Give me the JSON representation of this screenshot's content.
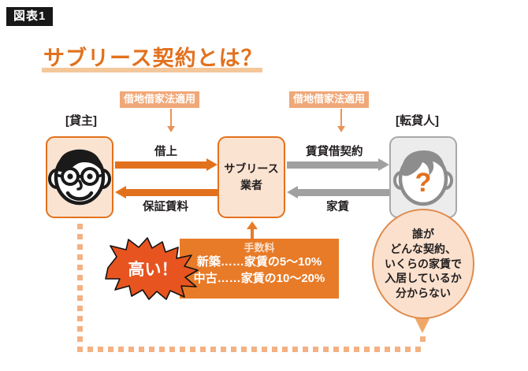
{
  "header": {
    "figure_badge": "図表1",
    "title": "サブリース契約とは？",
    "title_color": "#E2711D",
    "underline_color": "#F4C79B"
  },
  "law_labels": [
    {
      "text": "借地借家法適用",
      "target": "借上 / 保証賃料"
    },
    {
      "text": "借地借家法適用",
      "target": "賃貸借契約 / 家賃"
    }
  ],
  "entities": {
    "lessor": {
      "caption": "[貸主]",
      "icon": "lessor-face-icon",
      "box_fill": "#FBE3D1",
      "box_border": "#E2711D"
    },
    "sublease_company": {
      "label_line1": "サブリース",
      "label_line2": "業者",
      "box_fill": "#FBE3D1",
      "box_border": "#E2711D"
    },
    "sublessee": {
      "caption": "[転貸人]",
      "icon": "unknown-tenant-face-icon",
      "face_mark": "?",
      "box_fill": "#ECECEC",
      "box_border": "#A9A9A9"
    }
  },
  "flows": [
    {
      "label": "借上",
      "direction": "right",
      "color": "#E2711D",
      "from": "貸主",
      "to": "サブリース業者"
    },
    {
      "label": "保証賃料",
      "direction": "left",
      "color": "#E2711D",
      "from": "サブリース業者",
      "to": "貸主"
    },
    {
      "label": "賃貸借契約",
      "direction": "right",
      "color": "#A0A0A0",
      "from": "サブリース業者",
      "to": "転貸人"
    },
    {
      "label": "家賃",
      "direction": "left",
      "color": "#A0A0A0",
      "from": "転貸人",
      "to": "サブリース業者"
    }
  ],
  "fee_box": {
    "title": "手数料",
    "lines": [
      "新築……家賃の5〜10%",
      "中古……家賃の10〜20%"
    ],
    "fill": "#E87B28"
  },
  "starburst": {
    "text": "高い！",
    "fill": "#E8541F",
    "text_color": "#ffffff"
  },
  "note_ellipse": {
    "lines": [
      "誰が",
      "どんな契約、",
      "いくらの家賃で",
      "入居しているか",
      "分からない"
    ],
    "fill": "#FBE1CD",
    "border": "#E08B4D"
  },
  "dotted_path": {
    "color": "#F4B183",
    "from": "貸主",
    "to": "note-ellipse",
    "style": "dotted"
  }
}
